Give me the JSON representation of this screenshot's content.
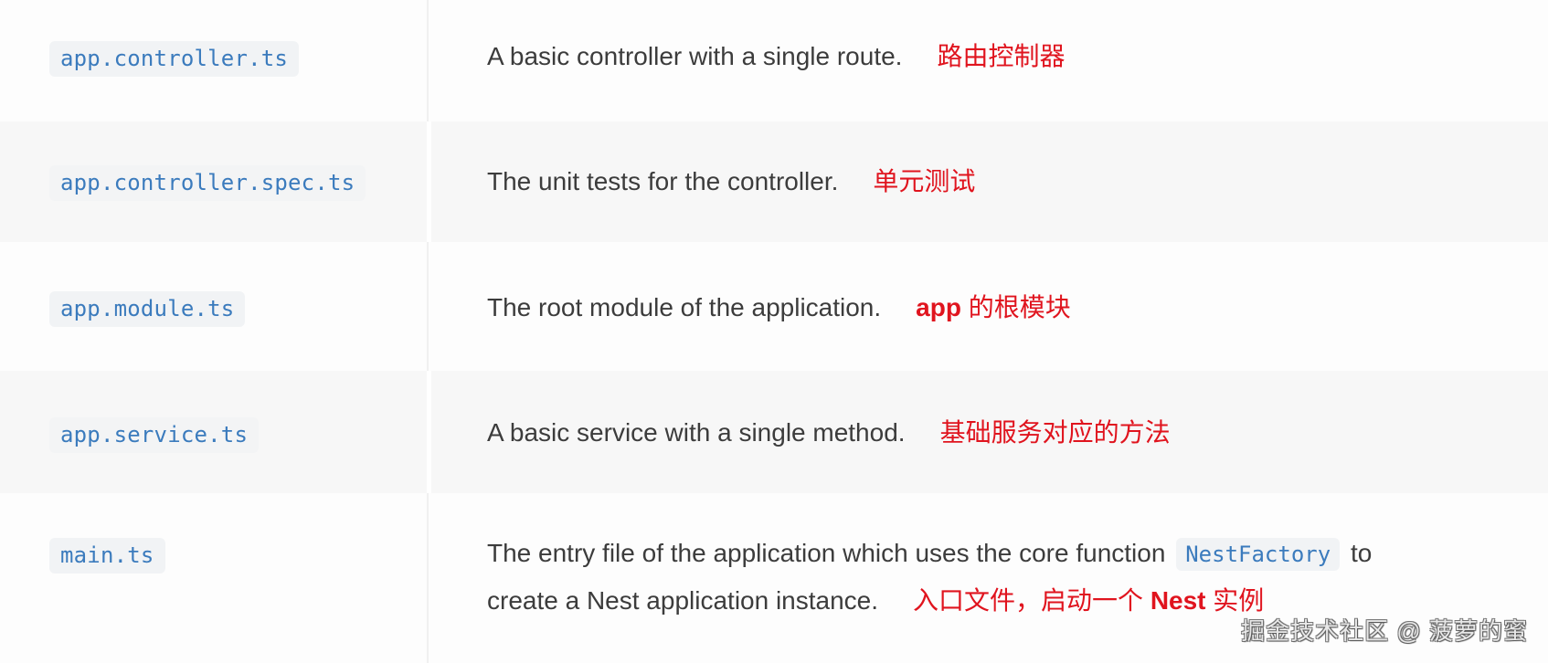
{
  "rows": [
    {
      "file": "app.controller.ts",
      "description": "A basic controller with a single route.",
      "note_bold": "",
      "note": "路由控制器"
    },
    {
      "file": "app.controller.spec.ts",
      "description": "The unit tests for the controller.",
      "note_bold": "",
      "note": "单元测试"
    },
    {
      "file": "app.module.ts",
      "description": "The root module of the application.",
      "note_bold": "app",
      "note": " 的根模块"
    },
    {
      "file": "app.service.ts",
      "description": "A basic service with a single method.",
      "note_bold": "",
      "note": "基础服务对应的方法"
    },
    {
      "file": "main.ts",
      "description_line1_before": "The entry file of the application which uses the core function",
      "description_inline_code": "NestFactory",
      "description_line1_after": "to",
      "description_line2": "create a Nest application instance.",
      "note_before": "入口文件，启动一个 ",
      "note_bold": "Nest",
      "note_after": " 实例"
    }
  ],
  "watermark": "掘金技术社区 @ 菠萝的蜜",
  "colors": {
    "code_text": "#3b7bbd",
    "code_bg": "#f1f3f5",
    "body_text": "#3c3c3c",
    "annotation_red": "#e0141e",
    "row_alt_bg": "#f7f7f7"
  }
}
